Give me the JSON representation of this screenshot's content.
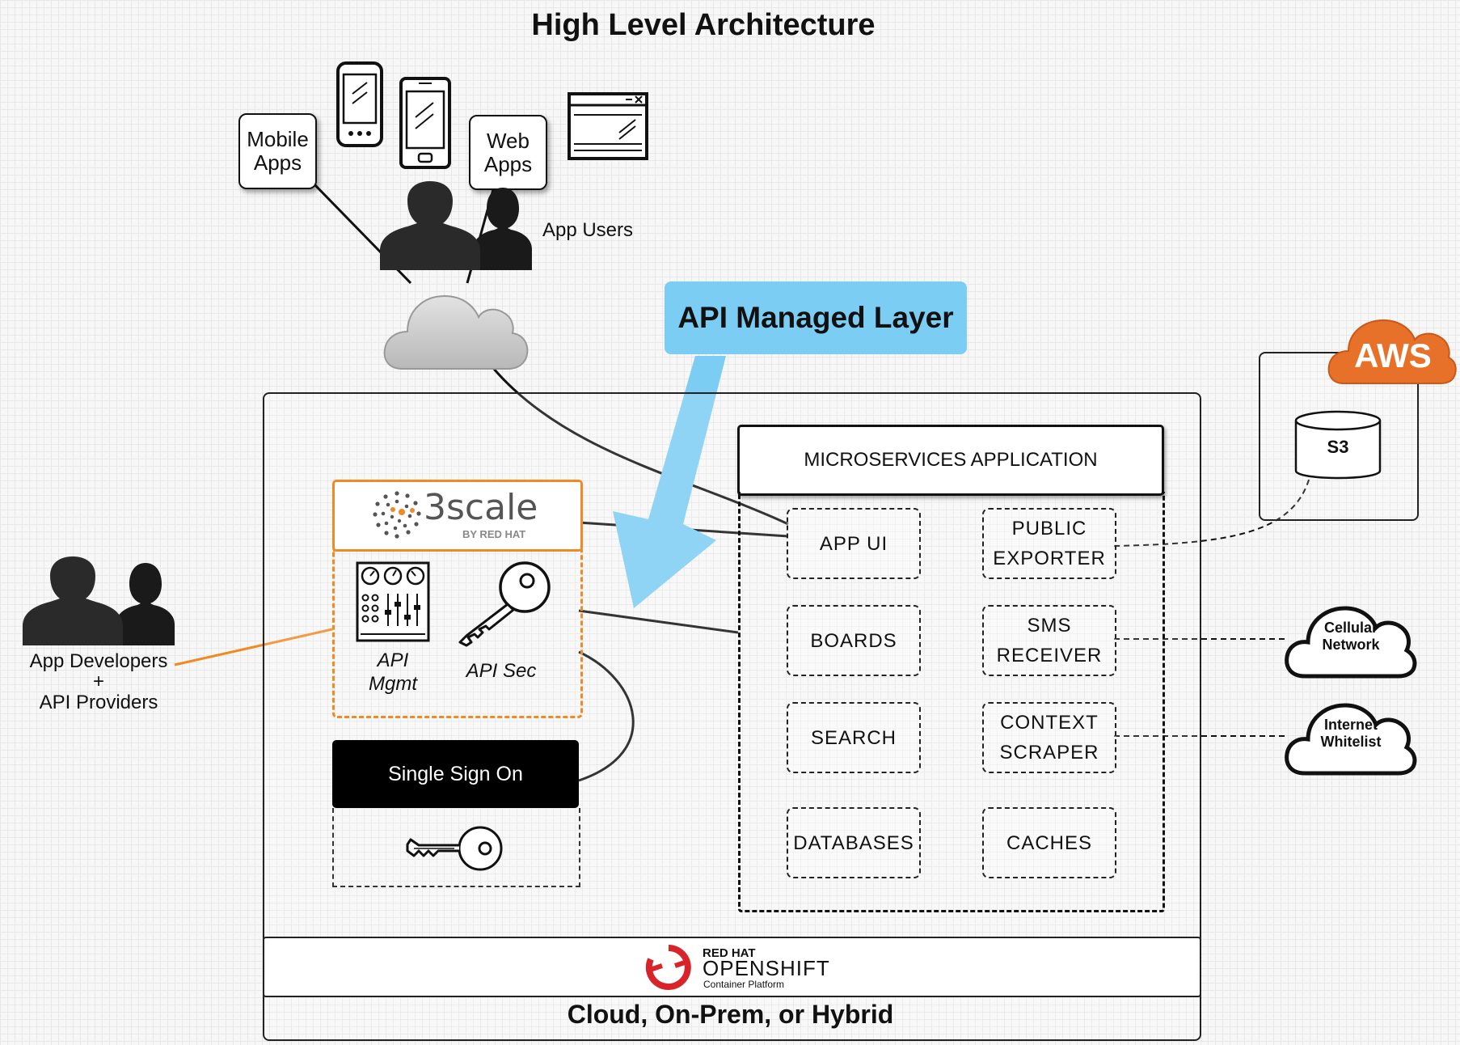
{
  "title": "High Level Architecture",
  "clients": {
    "mobile_apps": "Mobile\nApps",
    "web_apps": "Web\nApps",
    "app_users": "App Users"
  },
  "callout": "API Managed Layer",
  "developers": {
    "line1": "App Developers",
    "line2": "+",
    "line3": "API Providers"
  },
  "threescale": {
    "brand": "3scale",
    "byline": "BY RED HAT",
    "mgmt_label": "API\nMgmt",
    "sec_label": "API Sec"
  },
  "sso_label": "Single Sign On",
  "microservices": {
    "header": "MICROSERVICES APPLICATION",
    "services": [
      "APP UI",
      "PUBLIC\nEXPORTER",
      "BOARDS",
      "SMS\nRECEIVER",
      "SEARCH",
      "CONTEXT\nSCRAPER",
      "DATABASES",
      "CACHES"
    ]
  },
  "aws": {
    "label": "AWS",
    "s3": "S3"
  },
  "external": {
    "cellular": "Cellular\nNetwork",
    "internet": "Internet\nWhitelist"
  },
  "platform": {
    "brand_line1": "RED HAT",
    "brand_line2": "OPENSHIFT",
    "brand_line3": "Container Platform",
    "deployment": "Cloud, On-Prem, or Hybrid"
  },
  "colors": {
    "callout": "#7ccdf4",
    "threescale_orange": "#f08a24",
    "aws_orange": "#e8712a",
    "openshift_red": "#d8232a",
    "cloud_gray": "#cccccc"
  }
}
